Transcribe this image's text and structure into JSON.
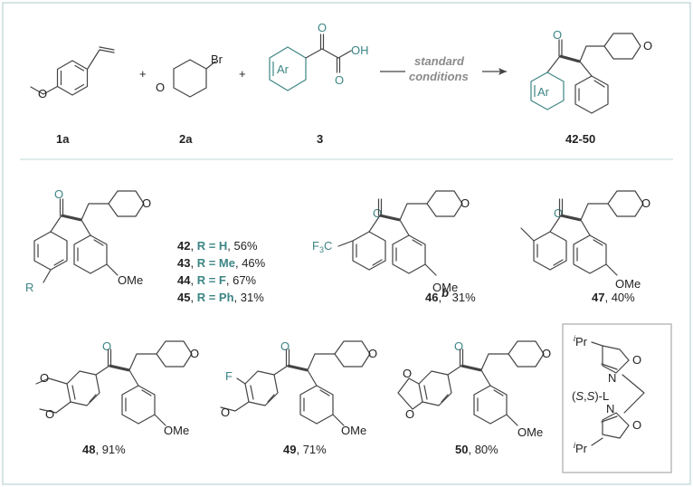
{
  "reaction": {
    "compound_1a": "1a",
    "compound_2a": "2a",
    "compound_3": "3",
    "product_range": "42-50",
    "plus": "+",
    "conditions_line1": "standard",
    "conditions_line2": "conditions",
    "atom_br": "Br",
    "atom_o": "O",
    "atom_oh": "OH",
    "atom_ar": "Ar"
  },
  "entries": [
    {
      "num": "42",
      "sep": ", ",
      "r": "R = H",
      "yield": ", 56%"
    },
    {
      "num": "43",
      "sep": ", ",
      "r": "R = Me",
      "yield": ", 46%"
    },
    {
      "num": "44",
      "sep": ", ",
      "r": "R = F",
      "yield": ", 67%"
    },
    {
      "num": "45",
      "sep": ", ",
      "r": "R = Ph",
      "yield": ", 31%"
    }
  ],
  "labels": {
    "c46_num": "46",
    "c46_sup": "b",
    "c46_yield": " 31%",
    "c47_num": "47",
    "c47_yield": ", 40%",
    "c48_num": "48",
    "c48_yield": ", 91%",
    "c49_num": "49",
    "c49_yield": ", 71%",
    "c50_num": "50",
    "c50_yield": ", 80%",
    "r_group": "R",
    "ome": "OMe",
    "cf3_c": "F",
    "cf3_sub": "3",
    "cf3_tail": "C",
    "fluoro": "F"
  },
  "ligand": {
    "name_open": "(",
    "s1": "S",
    "comma": ",",
    "s2": "S",
    "name_close": ")-L",
    "ipr_sup": "i",
    "ipr": "Pr",
    "n": "N",
    "o": "O"
  },
  "colors": {
    "accent": "#3d8585",
    "frame": "#c9dcdc",
    "divider": "#d6e6e6",
    "text": "#222222"
  }
}
